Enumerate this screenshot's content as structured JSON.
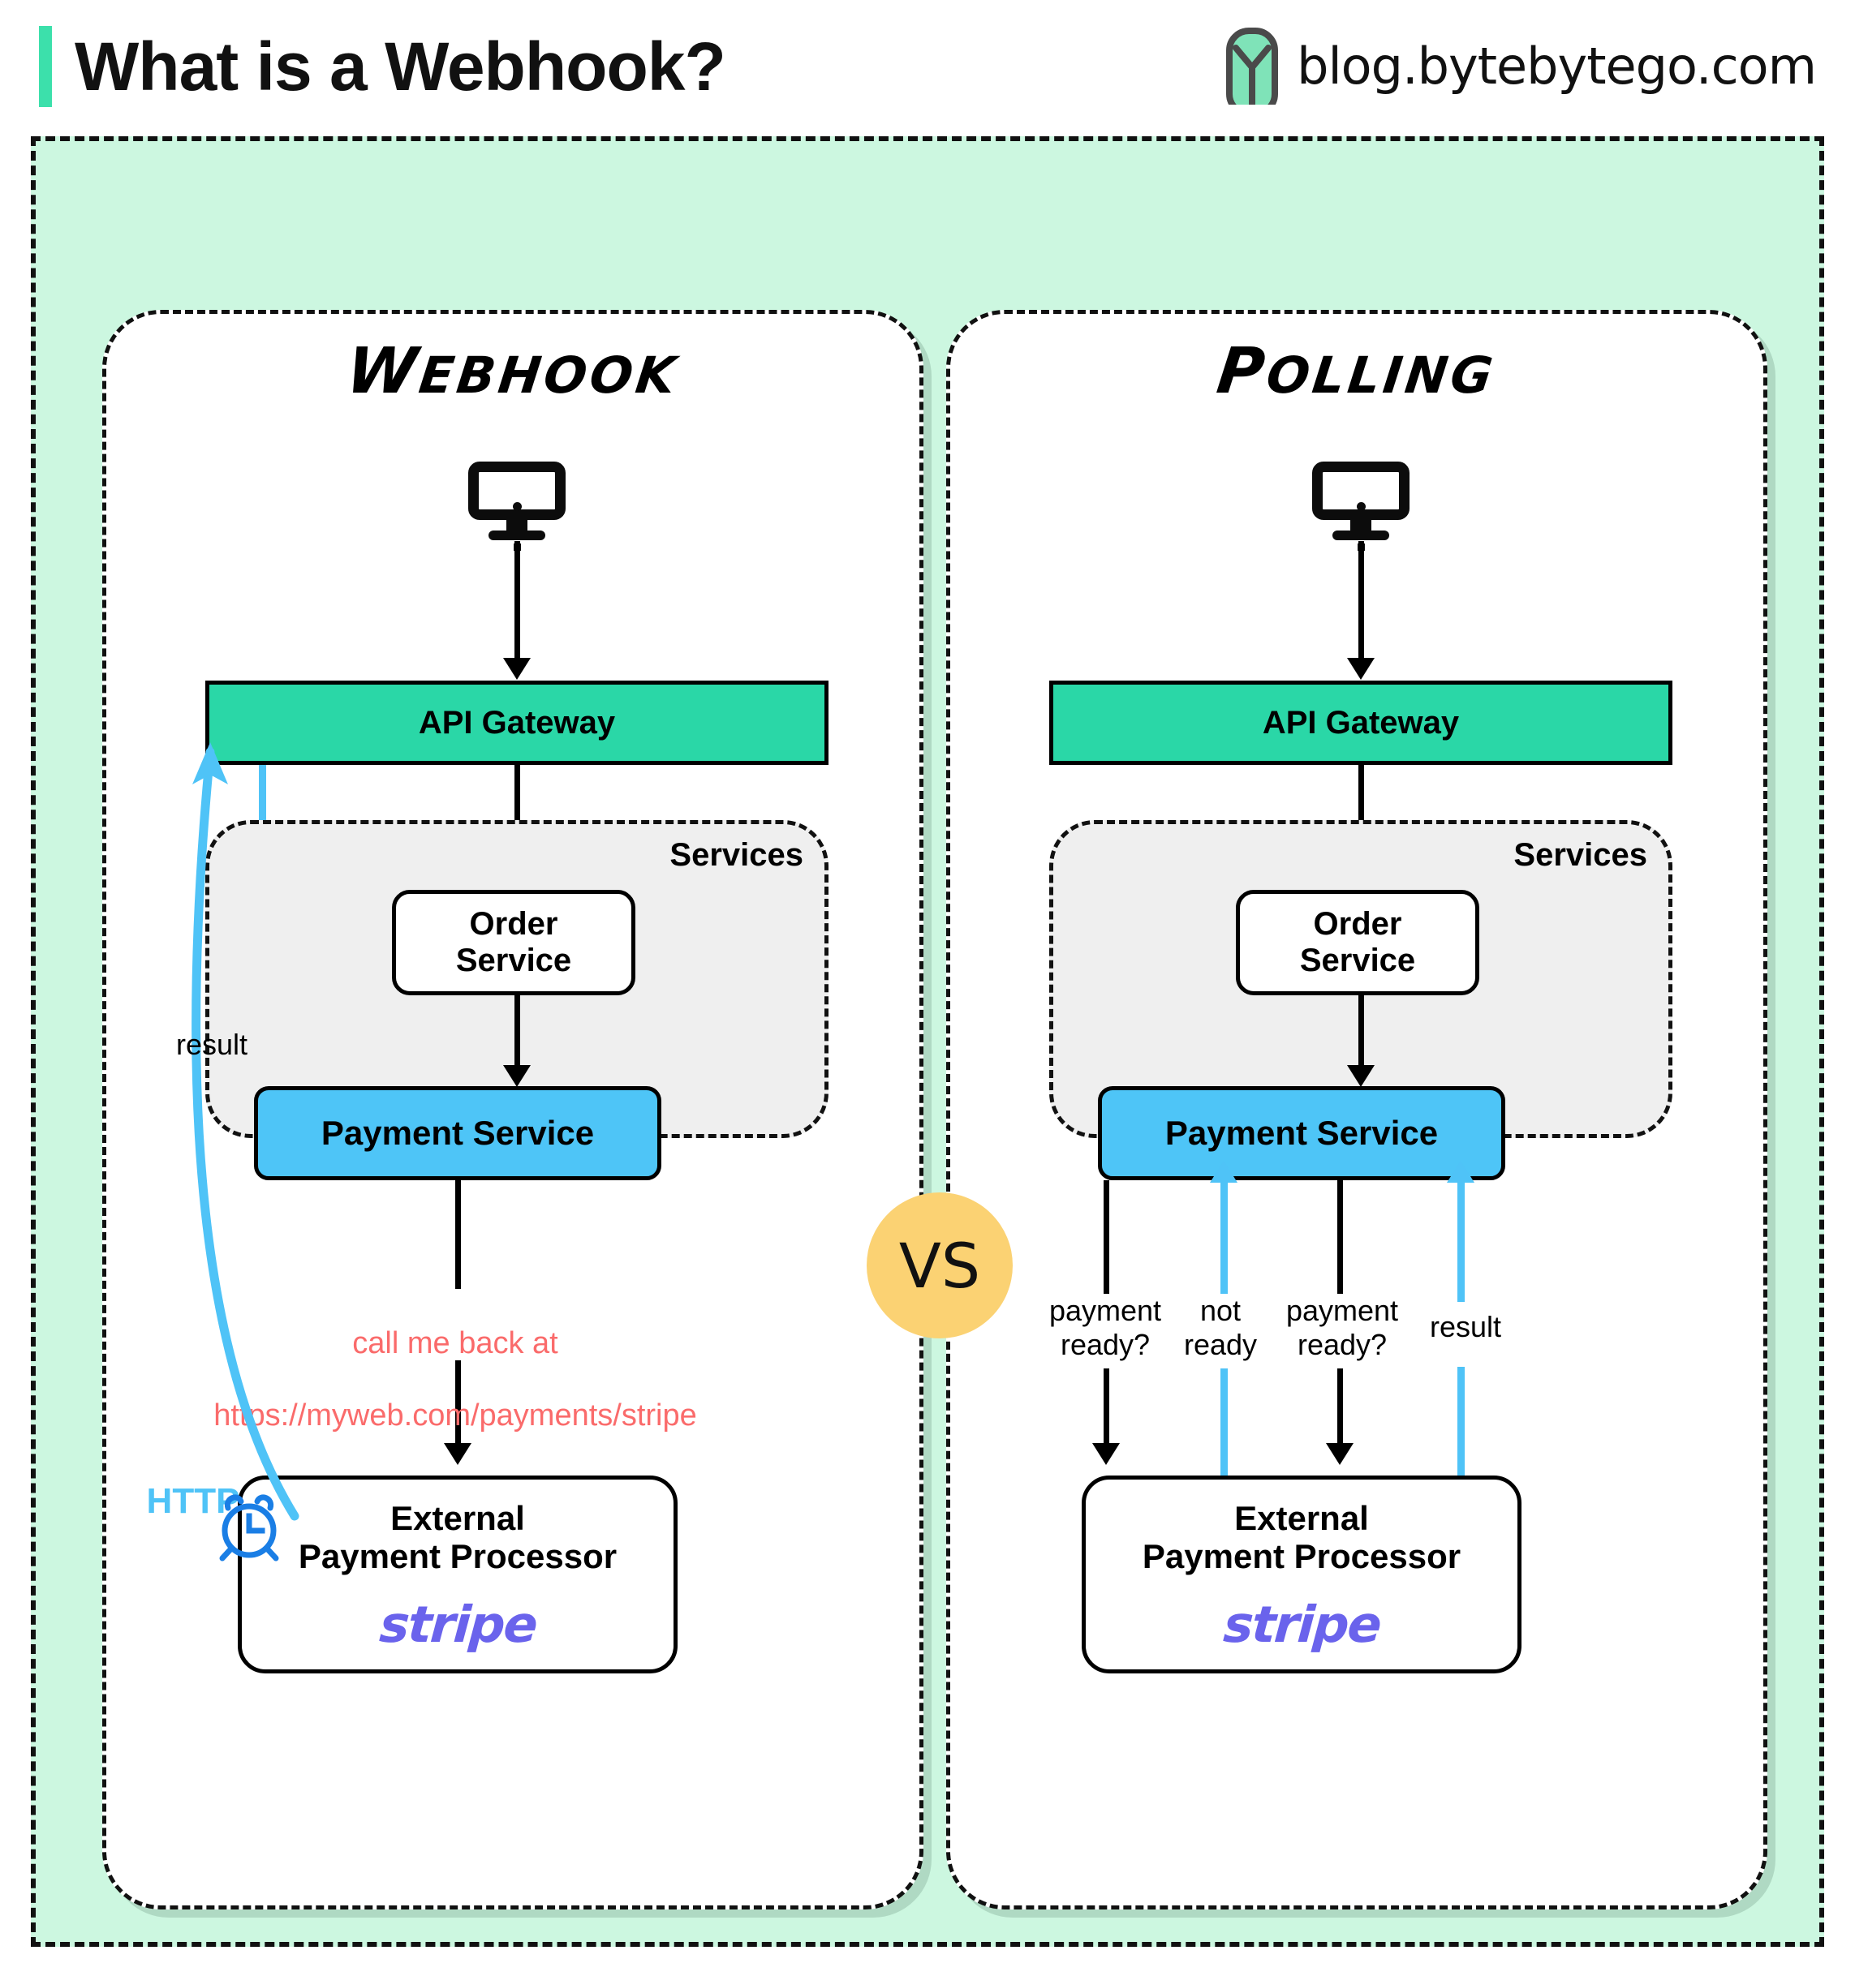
{
  "header": {
    "title": "What is a Webhook?",
    "brand": "blog.bytebytego.com",
    "accent_bar_color": "#3ce0ab"
  },
  "colors": {
    "canvas": "#ccf7e0",
    "gateway": "#2ad7a7",
    "payment_service": "#4ec5f7",
    "services_bg": "#efefef",
    "blue_arrow": "#4fc3f7",
    "red_note": "#fa6b6b",
    "stripe": "#6a63ec",
    "vs_badge": "#fbd273",
    "clock": "#1a7ee5"
  },
  "vs_badge": "VS",
  "panels": [
    {
      "id": "webhook",
      "title": "Webhook",
      "nodes": {
        "client_icon": "monitor-icon",
        "gateway": "API Gateway",
        "services_label": "Services",
        "order_service": "Order\nService",
        "payment_service": "Payment Service",
        "external": "External\nPayment Processor",
        "external_vendor": "stripe"
      },
      "edge_labels": {
        "callback_note_line1": "call me back at",
        "callback_note_line2": "https://myweb.com/payments/stripe",
        "result": "result",
        "http": "HTTP",
        "clock_icon": "alarm-clock-icon"
      }
    },
    {
      "id": "polling",
      "title": "Polling",
      "nodes": {
        "client_icon": "monitor-icon",
        "gateway": "API Gateway",
        "services_label": "Services",
        "order_service": "Order\nService",
        "payment_service": "Payment Service",
        "external": "External\nPayment Processor",
        "external_vendor": "stripe"
      },
      "edge_labels": {
        "poll_1": "payment\nready?",
        "poll_1_reply": "not\nready",
        "poll_2": "payment\nready?",
        "poll_2_reply": "result"
      }
    }
  ]
}
